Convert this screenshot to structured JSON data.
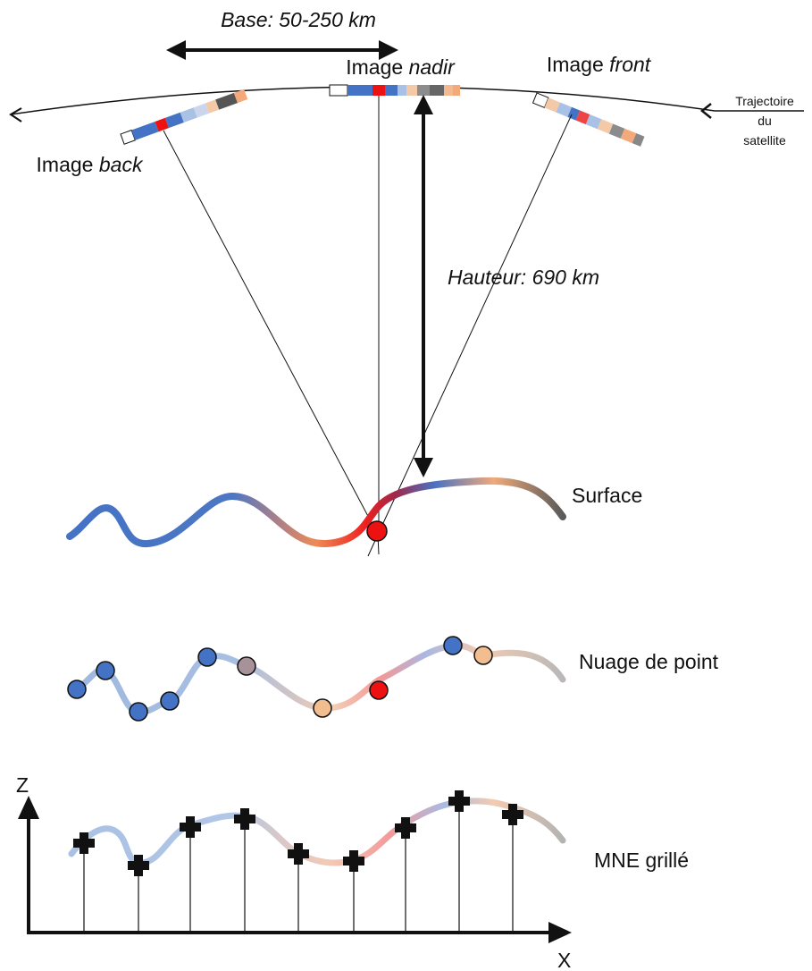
{
  "labels": {
    "base": "Base: 50-250 km",
    "image_nadir_prefix": "Image ",
    "image_nadir_word": "nadir",
    "image_front_prefix": "Image ",
    "image_front_word": "front",
    "image_back_prefix": "Image ",
    "image_back_word": "back",
    "trajectory_line1": "Trajectoire",
    "trajectory_line2": "du",
    "trajectory_line3": "satellite",
    "height": "Hauteur: 690 km",
    "surface": "Surface",
    "point_cloud": "Nuage de point",
    "dsm": "MNE grillé",
    "axis_z": "Z",
    "axis_x": "X"
  },
  "colors": {
    "blue": "#4472c4",
    "light_blue": "#a9c1e4",
    "red": "#ee1111",
    "orange": "#f4a97a",
    "peach": "#f2bd8f",
    "gray": "#8c8c8c",
    "dark_gray": "#555555",
    "line": "#111111"
  },
  "point_cloud_colors": [
    "blue",
    "blue",
    "blue",
    "blue",
    "blue",
    "mauve",
    "peach",
    "red",
    "blue",
    "peach"
  ],
  "dsm_marker_count": 9
}
